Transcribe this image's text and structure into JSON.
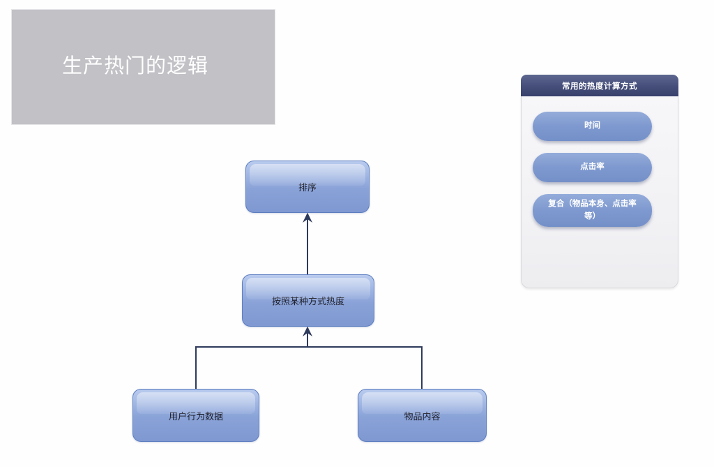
{
  "title_card": {
    "label": "生产热门的逻辑"
  },
  "flowchart": {
    "nodes": [
      {
        "id": "sort",
        "label": "排序"
      },
      {
        "id": "heat",
        "label": "按照某种方式热度"
      },
      {
        "id": "user-behavior",
        "label": "用户行为数据"
      },
      {
        "id": "item-content",
        "label": "物品内容"
      }
    ],
    "edges": [
      {
        "from": "heat",
        "to": "sort",
        "style": "arrow-up"
      },
      {
        "from": "user-behavior",
        "to": "heat",
        "style": "tree-arrow-up"
      },
      {
        "from": "item-content",
        "to": "heat",
        "style": "tree-arrow-up"
      }
    ]
  },
  "side_panel": {
    "header": "常用的热度计算方式",
    "items": [
      {
        "label": "时间"
      },
      {
        "label": "点击率"
      },
      {
        "label": "复合（物品本身、点击率等）"
      }
    ]
  },
  "colors": {
    "title_card_bg": "#c1c1c6",
    "node_fill_top": "#b9cbee",
    "node_fill_bottom": "#7f98d1",
    "node_border": "#5d7ec0",
    "connector": "#2e3a5c",
    "panel_header_top": "#5d678f",
    "panel_header_bottom": "#383f6b",
    "panel_body_bg": "#f3f3f6",
    "pill_fill": "#7e99cf",
    "text_on_blue": "#ffffff",
    "node_text": "#1d1d28"
  }
}
